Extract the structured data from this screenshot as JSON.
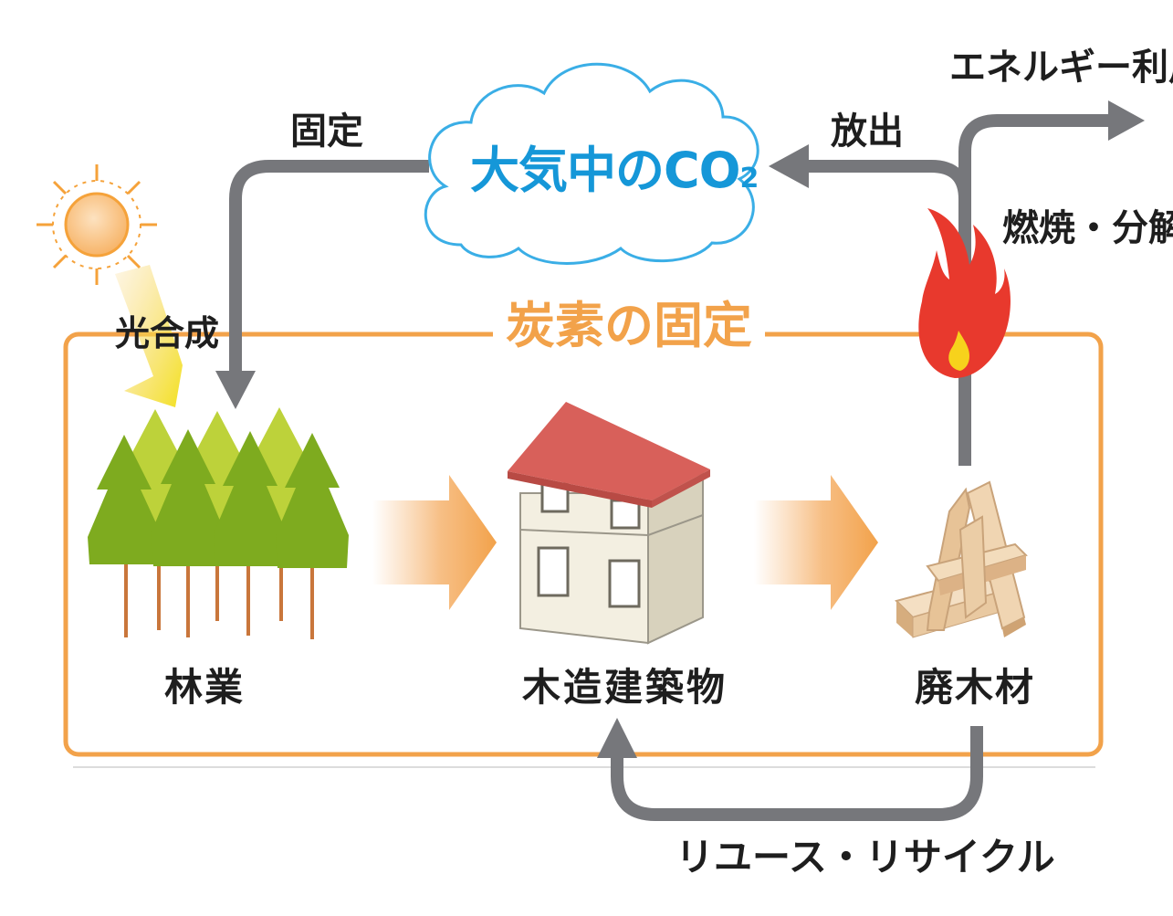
{
  "labels": {
    "atmosphere_co2": "大気中のCO",
    "atmosphere_co2_subscript": "2",
    "fixation": "固定",
    "release": "放出",
    "energy_use": "エネルギー利用",
    "combustion_decomposition": "燃焼・分解",
    "photosynthesis": "光合成",
    "carbon_fixation": "炭素の固定",
    "forestry": "林業",
    "wooden_building": "木造建築物",
    "waste_wood": "廃木材",
    "reuse_recycle": "リユース・リサイクル"
  },
  "colors": {
    "arrow_gray": "#76777b",
    "carbon_frame": "#f2a24a",
    "co2_text": "#1597d8",
    "cloud_outline": "#3aaee6",
    "sun": "#f5a23a",
    "tree_dark": "#7eab1f",
    "tree_light": "#bdd23a",
    "trunk": "#c9763b",
    "roof": "#d8605a",
    "wall": "#f3efe1",
    "flame": "#e8392d",
    "flame_inner": "#f7d21c",
    "wood": "#e9c9a1"
  }
}
